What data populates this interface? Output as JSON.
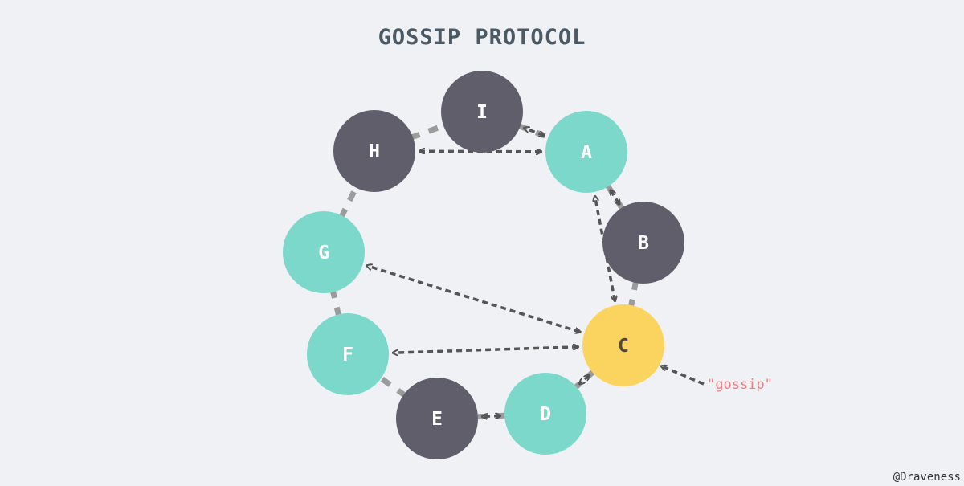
{
  "title": "GOSSIP PROTOCOL",
  "credit": "@Draveness",
  "gossip_label": "\"gossip\"",
  "colors": {
    "background": "#eff1f4",
    "dark_node": "#615e6b",
    "infected_node": "#7dd8cc",
    "source_node": "#fbd35f",
    "ring_edge": "#9b9b9b",
    "arrow": "#555555",
    "gossip_text": "#ef7b7b"
  },
  "nodes": [
    {
      "id": "I",
      "label": "I",
      "state": "dark"
    },
    {
      "id": "A",
      "label": "A",
      "state": "infected"
    },
    {
      "id": "B",
      "label": "B",
      "state": "dark"
    },
    {
      "id": "C",
      "label": "C",
      "state": "source"
    },
    {
      "id": "D",
      "label": "D",
      "state": "infected"
    },
    {
      "id": "E",
      "label": "E",
      "state": "dark"
    },
    {
      "id": "F",
      "label": "F",
      "state": "infected"
    },
    {
      "id": "G",
      "label": "G",
      "state": "infected"
    },
    {
      "id": "H",
      "label": "H",
      "state": "dark"
    }
  ],
  "ring_edges": [
    [
      "I",
      "A"
    ],
    [
      "A",
      "B"
    ],
    [
      "B",
      "C"
    ],
    [
      "C",
      "D"
    ],
    [
      "D",
      "E"
    ],
    [
      "E",
      "F"
    ],
    [
      "F",
      "G"
    ],
    [
      "G",
      "H"
    ],
    [
      "H",
      "I"
    ]
  ],
  "messages": [
    {
      "from": "C",
      "to": "A",
      "bidirectional": true
    },
    {
      "from": "C",
      "to": "G",
      "bidirectional": true
    },
    {
      "from": "C",
      "to": "F",
      "bidirectional": true
    },
    {
      "from": "C",
      "to": "D",
      "bidirectional": true
    },
    {
      "from": "A",
      "to": "H",
      "bidirectional": true
    },
    {
      "from": "A",
      "to": "I",
      "bidirectional": true
    },
    {
      "from": "A",
      "to": "B",
      "bidirectional": true
    },
    {
      "from": "D",
      "to": "E",
      "bidirectional": true
    }
  ]
}
